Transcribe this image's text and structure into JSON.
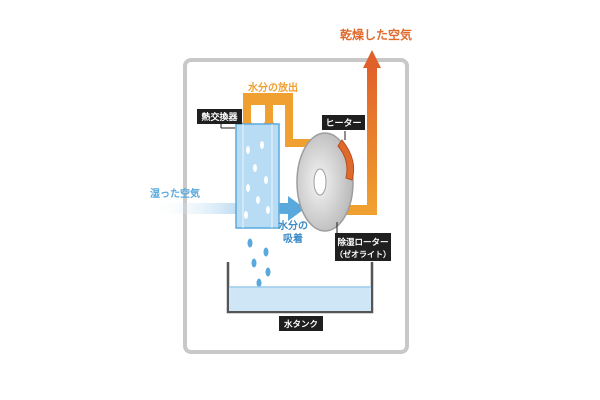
{
  "labels": {
    "dry_air": "乾燥した空気",
    "moisture_release": "水分の放出",
    "heat_exchanger": "熱交換器",
    "heater": "ヒーター",
    "humid_air": "湿った空気",
    "moisture_adsorption_line1": "水分の",
    "moisture_adsorption_line2": "吸着",
    "rotor_line1": "除湿ローター",
    "rotor_line2": "（ゼオライト）",
    "water_tank": "水タンク"
  },
  "colors": {
    "orange": "#f0a030",
    "dark_orange": "#e06a2c",
    "blue": "#5aa9dd",
    "light_blue": "#9ccbec",
    "gray_frame": "#c8c8c8",
    "black_label": "#1f1f1f"
  }
}
